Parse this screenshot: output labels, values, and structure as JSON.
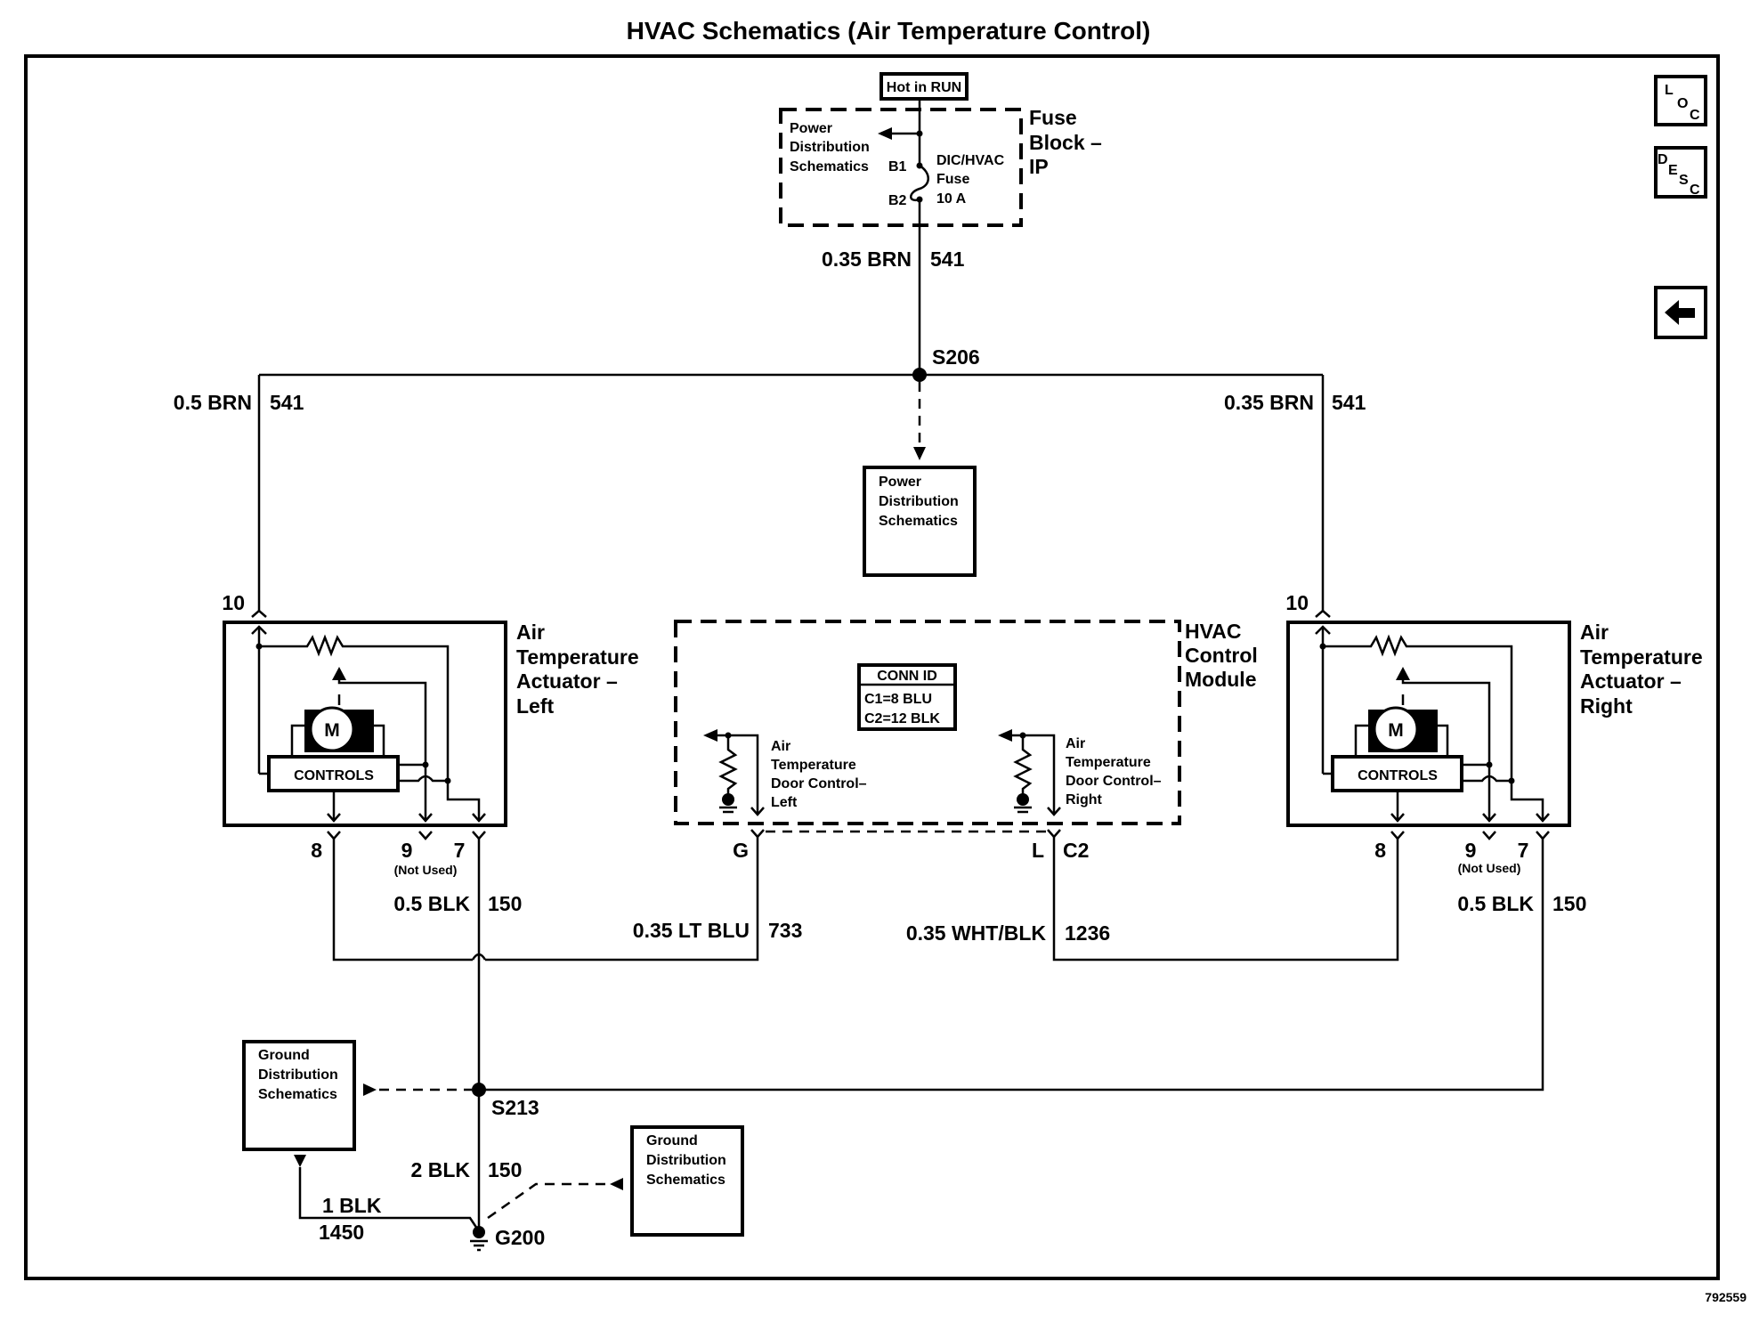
{
  "title": "HVAC Schematics (Air Temperature Control)",
  "figure_id": "792559",
  "nav": {
    "loc": {
      "letters": [
        "L",
        "O",
        "C"
      ],
      "icon": "loc-icon"
    },
    "desc": {
      "letters": [
        "D",
        "E",
        "S",
        "C"
      ],
      "icon": "desc-icon"
    },
    "back": {
      "icon": "left-arrow-icon"
    }
  },
  "power_source": {
    "label": "Hot in RUN"
  },
  "fuse_block": {
    "name_lines": [
      "Fuse",
      "Block –",
      "IP"
    ],
    "ref_lines": [
      "Power",
      "Distribution",
      "Schematics"
    ],
    "pin_in": "B1",
    "pin_out": "B2",
    "fuse_lines": [
      "DIC/HVAC",
      "Fuse",
      "10 A"
    ]
  },
  "wires": {
    "fuse_out": {
      "gauge_color": "0.35 BRN",
      "circuit": "541"
    },
    "left_feed": {
      "gauge_color": "0.5 BRN",
      "circuit": "541"
    },
    "right_feed": {
      "gauge_color": "0.35 BRN",
      "circuit": "541"
    },
    "left_ground": {
      "gauge_color": "0.5 BLK",
      "circuit": "150"
    },
    "right_ground": {
      "gauge_color": "0.5 BLK",
      "circuit": "150"
    },
    "left_signal": {
      "gauge_color": "0.35 LT BLU",
      "circuit": "733"
    },
    "right_signal": {
      "gauge_color": "0.35 WHT/BLK",
      "circuit": "1236"
    },
    "main_ground": {
      "gauge_color": "2 BLK",
      "circuit": "150"
    },
    "aux_ground": {
      "gauge_color": "1 BLK",
      "circuit": "1450"
    }
  },
  "splices": {
    "power": "S206",
    "ground": "S213",
    "ground_point": "G200"
  },
  "power_dist_ref": {
    "lines": [
      "Power",
      "Distribution",
      "Schematics"
    ]
  },
  "ground_refs": [
    {
      "lines": [
        "Ground",
        "Distribution",
        "Schematics"
      ]
    },
    {
      "lines": [
        "Ground",
        "Distribution",
        "Schematics"
      ]
    }
  ],
  "left_actuator": {
    "name_lines": [
      "Air",
      "Temperature",
      "Actuator –",
      "Left"
    ],
    "motor": "M",
    "controls": "CONTROLS",
    "pins": {
      "feed": "10",
      "p8": "8",
      "p9": "9",
      "p7": "7",
      "not_used": "(Not Used)"
    }
  },
  "right_actuator": {
    "name_lines": [
      "Air",
      "Temperature",
      "Actuator –",
      "Right"
    ],
    "motor": "M",
    "controls": "CONTROLS",
    "pins": {
      "feed": "10",
      "p8": "8",
      "p9": "9",
      "p7": "7",
      "not_used": "(Not Used)"
    }
  },
  "hvac_module": {
    "name_lines": [
      "HVAC",
      "Control",
      "Module"
    ],
    "conn_id": {
      "header": "CONN ID",
      "rows": [
        "C1=8 BLU",
        "C2=12 BLK"
      ]
    },
    "left_door": {
      "lines": [
        "Air",
        "Temperature",
        "Door Control–",
        "Left"
      ],
      "pin": "G"
    },
    "right_door": {
      "lines": [
        "Air",
        "Temperature",
        "Door Control–",
        "Right"
      ],
      "pin": "L",
      "connector": "C2"
    }
  }
}
